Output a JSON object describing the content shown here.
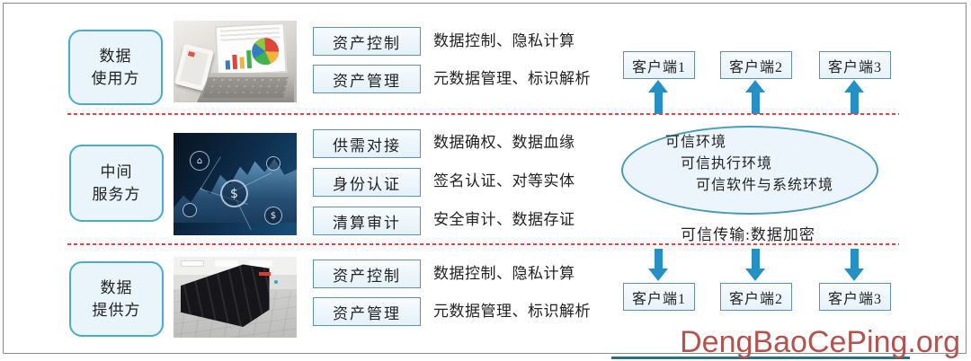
{
  "rows": [
    {
      "role": {
        "line1": "数据",
        "line2": "使用方"
      },
      "image": "laptop-analytics-photo",
      "items": [
        {
          "label": "资产控制",
          "desc": "数据控制、隐私计算"
        },
        {
          "label": "资产管理",
          "desc": "元数据管理、标识解析"
        }
      ]
    },
    {
      "role": {
        "line1": "中间",
        "line2": "服务方"
      },
      "image": "fintech-network-photo",
      "items": [
        {
          "label": "供需对接",
          "desc": "数据确权、数据血缘"
        },
        {
          "label": "身份认证",
          "desc": "签名认证、对等实体"
        },
        {
          "label": "清算审计",
          "desc": "安全审计、数据存证"
        }
      ]
    },
    {
      "role": {
        "line1": "数据",
        "line2": "提供方"
      },
      "image": "server-room-photo",
      "items": [
        {
          "label": "资产控制",
          "desc": "数据控制、隐私计算"
        },
        {
          "label": "资产管理",
          "desc": "元数据管理、标识解析"
        }
      ]
    }
  ],
  "clients_top": [
    "客户端1",
    "客户端2",
    "客户端3"
  ],
  "clients_bottom": [
    "客户端1",
    "客户端2",
    "客户端3"
  ],
  "trusted_env": {
    "lines": [
      "可信环境",
      "可信执行环境",
      "可信软件与系统环境"
    ]
  },
  "trusted_transport": "可信传输:数据加密",
  "photo_icons": {
    "center_coin": "$",
    "home": "⌂",
    "coin_small": "$"
  },
  "watermark": {
    "text": "DengBaoCePing.org",
    "color": "#b5524c"
  },
  "colors": {
    "box_border": "#4bacc6",
    "box_fill": "#e9f4fb",
    "label_border": "#618faa",
    "arrow": "#2590c5",
    "dashed_line": "#ee4046",
    "watermark": "#b5524c"
  }
}
